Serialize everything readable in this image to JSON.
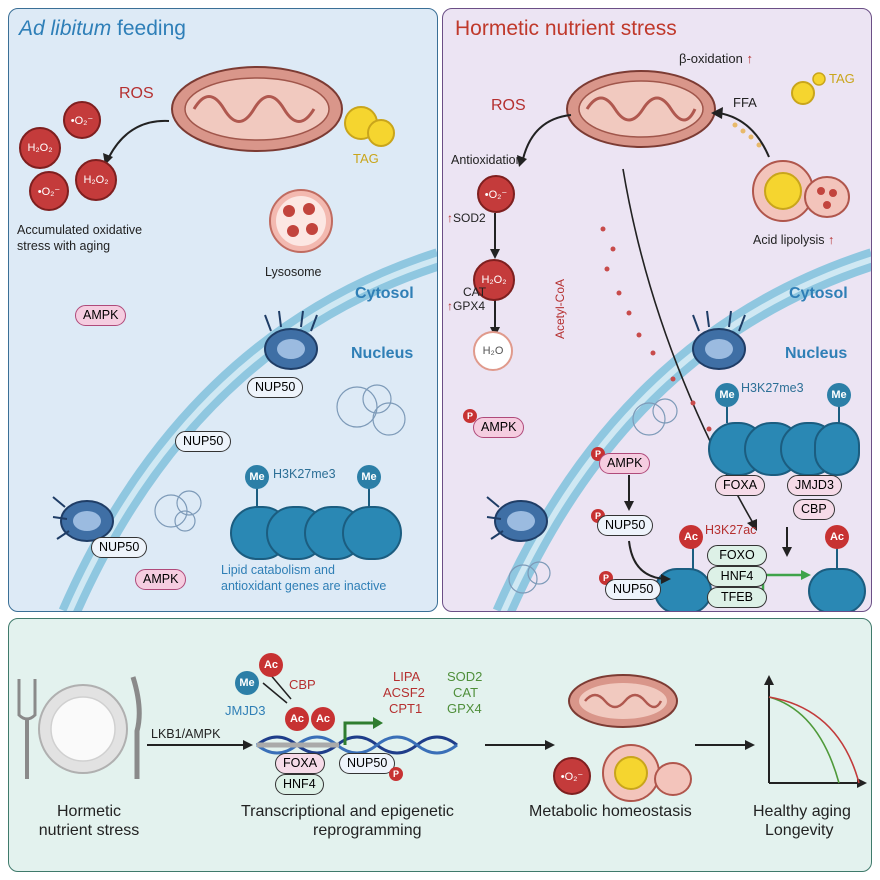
{
  "left_panel": {
    "title_italic": "Ad libitum",
    "title_rest": " feeding",
    "ros": "ROS",
    "h2o2_a": "H₂O₂",
    "o2_a": "•O₂⁻",
    "o2_b": "•O₂⁻",
    "h2o2_b": "H₂O₂",
    "tag": "TAG",
    "stress_line1": "Accumulated oxidative",
    "stress_line2": "stress with aging",
    "lysosome": "Lysosome",
    "cytosol": "Cytosol",
    "nucleus": "Nucleus",
    "ampk_1": "AMPK",
    "ampk_2": "AMPK",
    "nup50_1": "NUP50",
    "nup50_2": "NUP50",
    "nup50_3": "NUP50",
    "me": "Me",
    "h3k27me3": "H3K27me3",
    "inactive_line1": "Lipid catabolism and",
    "inactive_line2": "antioxidant genes are inactive"
  },
  "right_panel": {
    "title": "Hormetic nutrient stress",
    "beta_ox": "β-oxidation",
    "tag": "TAG",
    "ros": "ROS",
    "ffa": "FFA",
    "antioxidation": "Antioxidation",
    "o2": "•O₂⁻",
    "sod2": "SOD2",
    "h2o2": "H₂O₂",
    "cat": "CAT",
    "gpx4": "GPX4",
    "h2o": "H₂O",
    "acetyl_coa": "Acetyl-CoA",
    "acid_lipolysis": "Acid lipolysis",
    "cytosol": "Cytosol",
    "nucleus": "Nucleus",
    "h3k27me3": "H3K27me3",
    "me": "Me",
    "ampk_1": "AMPK",
    "ampk_2": "AMPK",
    "nup50_1": "NUP50",
    "nup50_2": "NUP50",
    "foxa": "FOXA",
    "jmjd3": "JMJD3",
    "cbp": "CBP",
    "h3k27ac": "H3K27ac",
    "ac": "Ac",
    "p": "P",
    "foxo": "FOXO",
    "hnf4": "HNF4",
    "tfeb": "TFEB"
  },
  "bottom_panel": {
    "lkb1_ampk": "LKB1/AMPK",
    "me": "Me",
    "ac": "Ac",
    "cbp": "CBP",
    "jmjd3": "JMJD3",
    "lipa": "LIPA",
    "acsf2": "ACSF2",
    "cpt1": "CPT1",
    "sod2": "SOD2",
    "cat": "CAT",
    "gpx4": "GPX4",
    "foxa": "FOXA",
    "nup50": "NUP50",
    "hnf4": "HNF4",
    "p": "P",
    "o2": "•O₂⁻",
    "label1_line1": "Hormetic",
    "label1_line2": "nutrient stress",
    "label2_line1": "Transcriptional and epigenetic",
    "label2_line2": "reprogramming",
    "label3": "Metabolic homeostasis",
    "label4_line1": "Healthy aging",
    "label4_line2": "Longevity"
  },
  "colors": {
    "left_title": "#2e7fb8",
    "right_title": "#c0392b",
    "ros_red": "#c43b3b",
    "cytosol_blue": "#2f7fb6",
    "me_blue": "#2c7fa7",
    "gene_red": "#b53030",
    "gene_green": "#4f8f3a"
  }
}
